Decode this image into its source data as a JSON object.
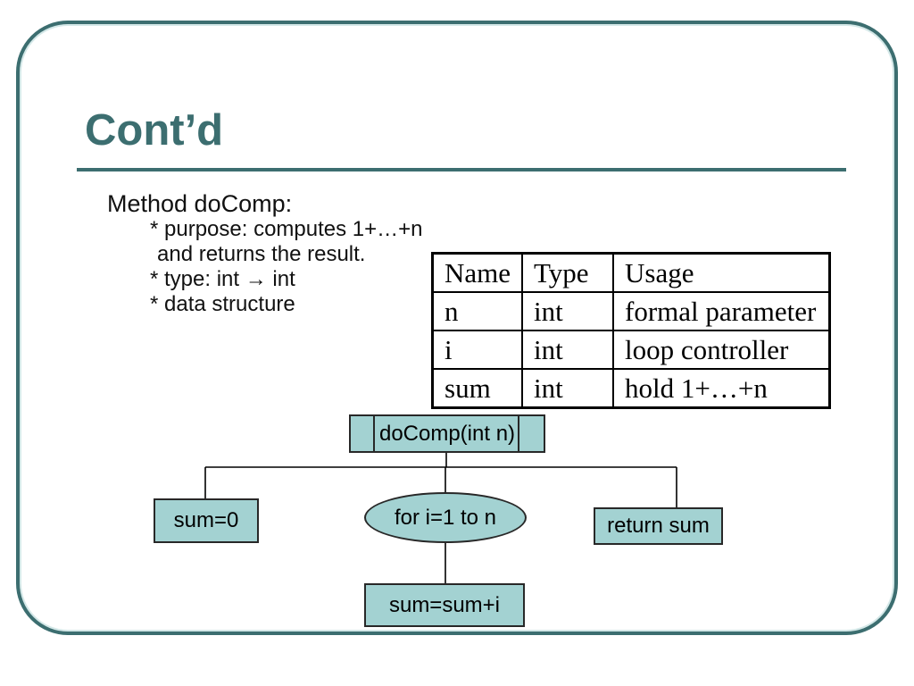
{
  "colors": {
    "accent": "#3c6e70",
    "shapeFill": "#a3d2d2",
    "shapeStroke": "#282828"
  },
  "slide": {
    "title": "Cont’d"
  },
  "notes": {
    "heading": "Method doComp:",
    "lines": [
      "* purpose: computes 1+…+n",
      "and returns the result.",
      "* type: int → int",
      "* data structure"
    ]
  },
  "table": {
    "headers": [
      "Name",
      "Type",
      "Usage"
    ],
    "rows": [
      [
        "n",
        "int",
        "formal parameter"
      ],
      [
        "i",
        "int",
        "loop controller"
      ],
      [
        "sum",
        "int",
        "hold 1+…+n"
      ]
    ]
  },
  "flowchart": {
    "root": "doComp(int n)",
    "init": "sum=0",
    "loop": "for i=1 to n",
    "ret": "return sum",
    "body": "sum=sum+i"
  }
}
